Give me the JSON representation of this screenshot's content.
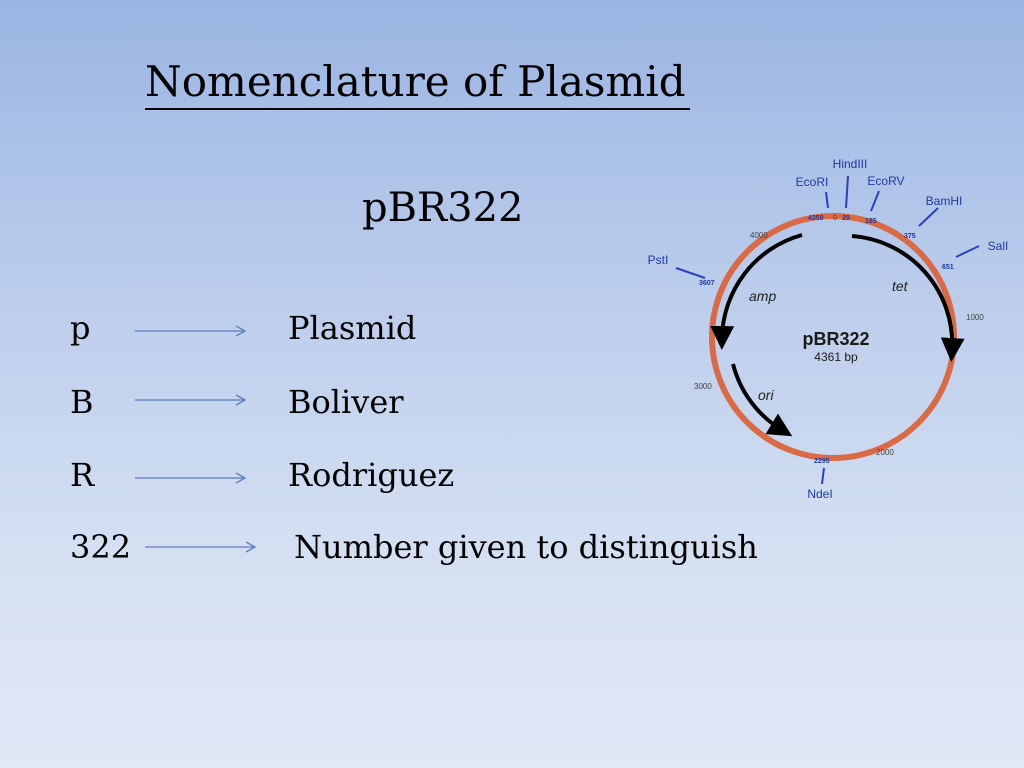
{
  "slide": {
    "title": "Nomenclature of Plasmid",
    "subtitle": "pBR322",
    "rows": [
      {
        "term": "p",
        "meaning": "Plasmid"
      },
      {
        "term": "B",
        "meaning": "Boliver"
      },
      {
        "term": "R",
        "meaning": "Rodriguez"
      },
      {
        "term": "322",
        "meaning": "Number given to distinguish"
      }
    ]
  },
  "plasmid_map": {
    "name": "pBR322",
    "size": "4361 bp",
    "scale_marks": [
      "4000",
      "1000",
      "3000",
      "2000"
    ],
    "genes": [
      "amp",
      "tet",
      "ori"
    ],
    "sites": [
      {
        "enzyme": "EcoRI",
        "position": "4359"
      },
      {
        "enzyme": "HindIII",
        "position": "29"
      },
      {
        "enzyme": "EcoRV",
        "position": "185"
      },
      {
        "enzyme": "BamHI",
        "position": "375"
      },
      {
        "enzyme": "SalI",
        "position": "651"
      },
      {
        "enzyme": "PstI",
        "position": "3607"
      },
      {
        "enzyme": "NdeI",
        "position": "2295"
      }
    ],
    "origin_mark": "0",
    "colors": {
      "ring": "#d96a45",
      "site_line": "#2b3fc4",
      "site_text": "#1f3a9e",
      "gene_arrow": "#000000"
    }
  }
}
